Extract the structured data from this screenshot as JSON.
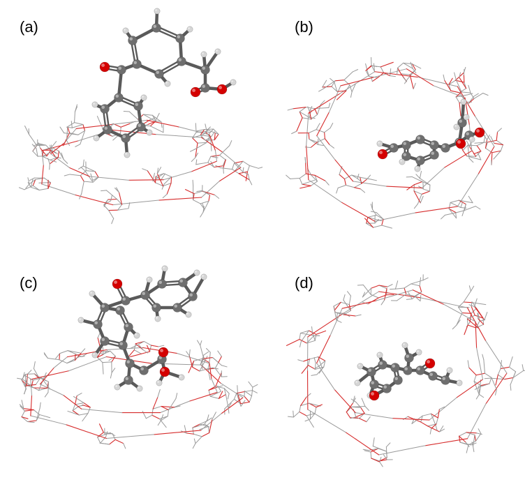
{
  "panels": [
    {
      "label": "(a)"
    },
    {
      "label": "(b)"
    },
    {
      "label": "(c)"
    },
    {
      "label": "(d)"
    }
  ],
  "colors": {
    "background": "#ffffff",
    "wire_carbon": "#9a9a9a",
    "wire_oxygen": "#d62b2b",
    "ball_carbon": "#6e6e6e",
    "ball_oxygen": "#d40000",
    "ball_hydrogen": "#d6d6d6"
  }
}
